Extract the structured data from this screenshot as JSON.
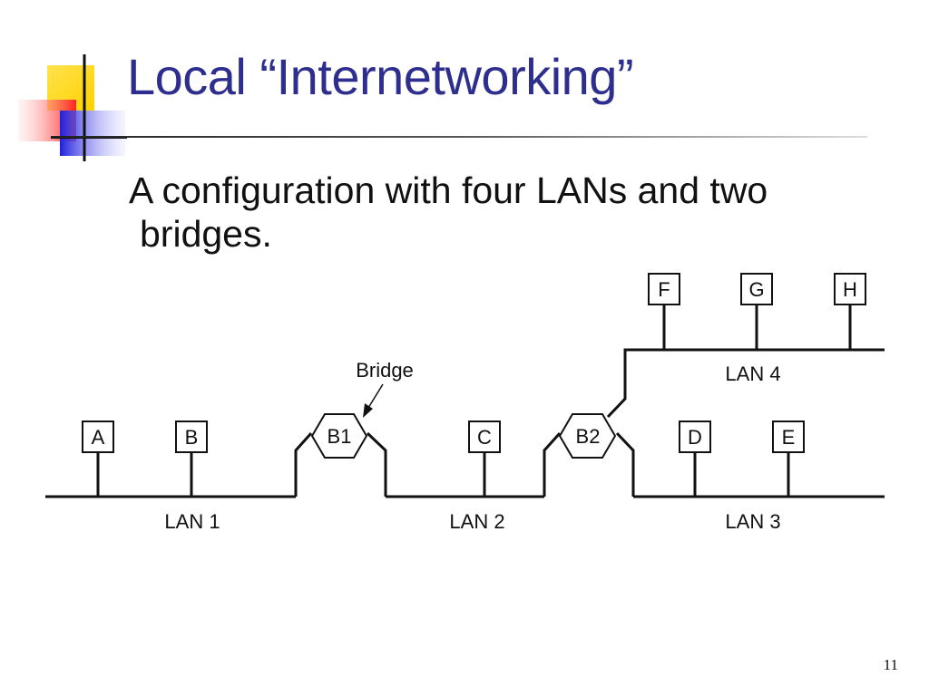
{
  "slide": {
    "title": "Local “Internetworking”",
    "subtitle_line1": "A configuration with four LANs and two",
    "subtitle_line2": "bridges.",
    "page_number": "11"
  },
  "diagram": {
    "callout": "Bridge",
    "hosts": [
      "A",
      "B",
      "C",
      "D",
      "E",
      "F",
      "G",
      "H"
    ],
    "bridges": [
      "B1",
      "B2"
    ],
    "lans": [
      "LAN 1",
      "LAN 2",
      "LAN 3",
      "LAN 4"
    ]
  },
  "colors": {
    "title": "#2e2e8f",
    "logo_yellow": "#ffd200",
    "logo_red": "#ff2a2a",
    "logo_blue": "#2a2ae0"
  }
}
